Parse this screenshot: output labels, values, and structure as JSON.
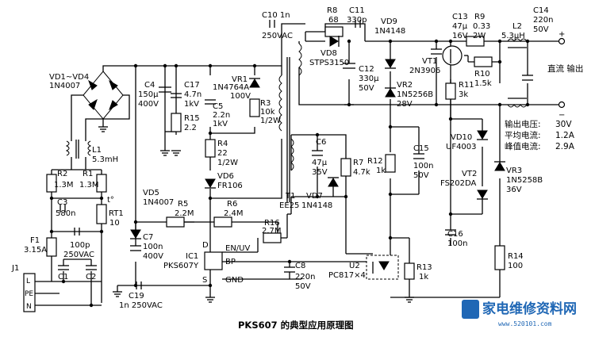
{
  "caption": "PKS607 的典型应用原理图",
  "specs": {
    "title_out": "直流 输出",
    "voltage_label": "输出电压:",
    "voltage_value": "30V",
    "avg_current_label": "平均电流:",
    "avg_current_value": "1.2A",
    "peak_current_label": "峰值电流:",
    "peak_current_value": "2.9A"
  },
  "watermark": {
    "text": "家电维修资料网",
    "url": "www.520101.com"
  },
  "components": {
    "vd1_vd4": [
      "VD1~VD4",
      "1N4007"
    ],
    "l1": [
      "L1",
      "5.3mH"
    ],
    "r2": [
      "R2",
      "1.3M"
    ],
    "r1": [
      "R1",
      "1.3M"
    ],
    "c3": [
      "C3",
      "580n"
    ],
    "rt1": [
      "RT1",
      "10"
    ],
    "rt1_mark": "t°",
    "f1": [
      "F1",
      "3.15A"
    ],
    "c1c2": [
      "100p",
      "250VAC"
    ],
    "c1": "C1",
    "c2": "C2",
    "j1": "J1",
    "j1_pins": [
      "L",
      "PE",
      "N"
    ],
    "c19": [
      "C19",
      "1n 250VAC"
    ],
    "c4": [
      "C4",
      "150μ",
      "400V"
    ],
    "c17": [
      "C17",
      "4.7n",
      "1kV"
    ],
    "r15": [
      "R15",
      "2.2"
    ],
    "vr1": [
      "VR1",
      "1N4764A",
      "100V"
    ],
    "c5": [
      "C5",
      "2.2n",
      "1kV"
    ],
    "r3": [
      "R3",
      "10k",
      "1/2W"
    ],
    "r4": [
      "R4",
      "22",
      "1/2W"
    ],
    "vd6": [
      "VD6",
      "FR106"
    ],
    "c10": [
      "C10 1n",
      "250VAC"
    ],
    "r8": [
      "R8",
      "68"
    ],
    "c11": [
      "C11",
      "330p"
    ],
    "vd8": [
      "VD8",
      "STPS3150"
    ],
    "c12": [
      "C12",
      "330μ",
      "50V"
    ],
    "t1": [
      "T1",
      "EE25"
    ],
    "vd5": [
      "VD5",
      "1N4007"
    ],
    "r5": [
      "R5",
      "2.2M"
    ],
    "r6": [
      "R6",
      "2.4M"
    ],
    "r16": [
      "R16",
      "2.7M"
    ],
    "c7": [
      "C7",
      "100n",
      "400V"
    ],
    "ic1": [
      "IC1",
      "PKS607Y"
    ],
    "ic_pins": [
      "D",
      "EN/UV",
      "BP",
      "S",
      "GND"
    ],
    "c6": [
      "C6",
      "47μ",
      "35V"
    ],
    "r7": [
      "R7",
      "4.7k"
    ],
    "vd7": [
      "VD7",
      "1N4148"
    ],
    "c8": [
      "C8",
      "220n",
      "50V"
    ],
    "u2": [
      "U2",
      "PC817×4"
    ],
    "vd9": [
      "VD9",
      "1N4148"
    ],
    "vr2": [
      "VR2",
      "1N5256B",
      "28V"
    ],
    "r12": [
      "R12",
      "1k"
    ],
    "c15": [
      "C15",
      "100n",
      "50V"
    ],
    "r13": [
      "R13",
      "1k"
    ],
    "c13": [
      "C13",
      "47μ",
      "16V"
    ],
    "r9": [
      "R9",
      "0.33",
      "2W"
    ],
    "vt1": [
      "VT1",
      "2N3906"
    ],
    "r10": [
      "R10",
      "1.5k"
    ],
    "r11": [
      "R11",
      "3k"
    ],
    "vd10": [
      "VD10",
      "UF4003"
    ],
    "vt2": [
      "VT2",
      "FS202DA"
    ],
    "vr3": [
      "VR3",
      "1N5258B",
      "36V"
    ],
    "c16": [
      "C16",
      "100n"
    ],
    "r14": [
      "R14",
      "100"
    ],
    "l2": [
      "L2",
      "5.3μH"
    ],
    "c14": [
      "C14",
      "220n",
      "50V"
    ],
    "out_plus": "+",
    "out_minus": "−"
  }
}
